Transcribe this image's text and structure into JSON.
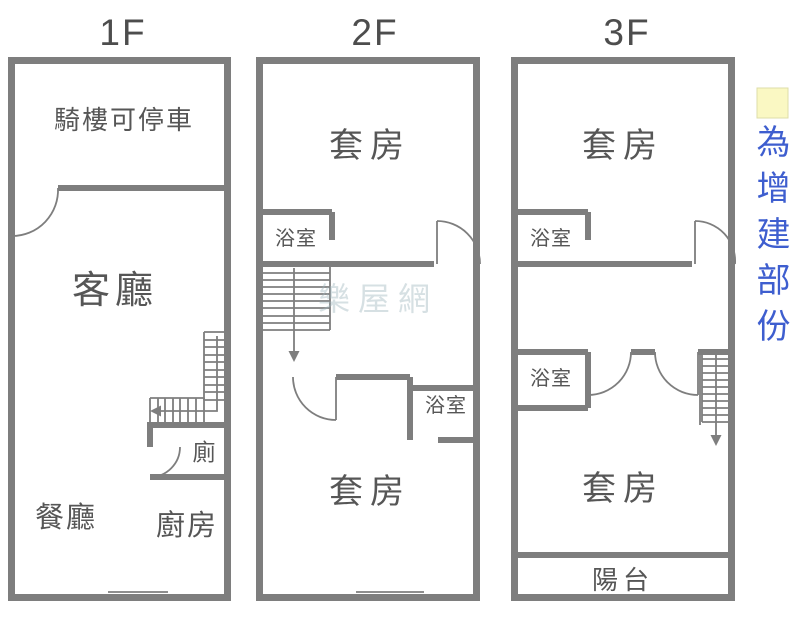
{
  "floors": {
    "f1": {
      "title": "1F",
      "labels": {
        "arcade": "騎樓可停車",
        "living": "客廳",
        "toilet": "廁",
        "dining": "餐廳",
        "kitchen": "廚房"
      }
    },
    "f2": {
      "title": "2F",
      "labels": {
        "suite_top": "套房",
        "bath_top": "浴室",
        "bath_bottom": "浴室",
        "suite_bottom": "套房"
      }
    },
    "f3": {
      "title": "3F",
      "labels": {
        "suite_top": "套房",
        "bath_top": "浴室",
        "bath_middle": "浴室",
        "suite_bottom": "套房",
        "balcony": "陽台"
      }
    }
  },
  "legend": {
    "label": "為增建部份",
    "swatch_color": "#FAF8C3",
    "text_color": "#3E5ECF"
  },
  "watermark": "樂屋網",
  "colors": {
    "wall": "#7E7E7E",
    "label_text": "#565656",
    "title_text": "#4D4D4D",
    "highlight_fill": "#FAF8C3"
  }
}
